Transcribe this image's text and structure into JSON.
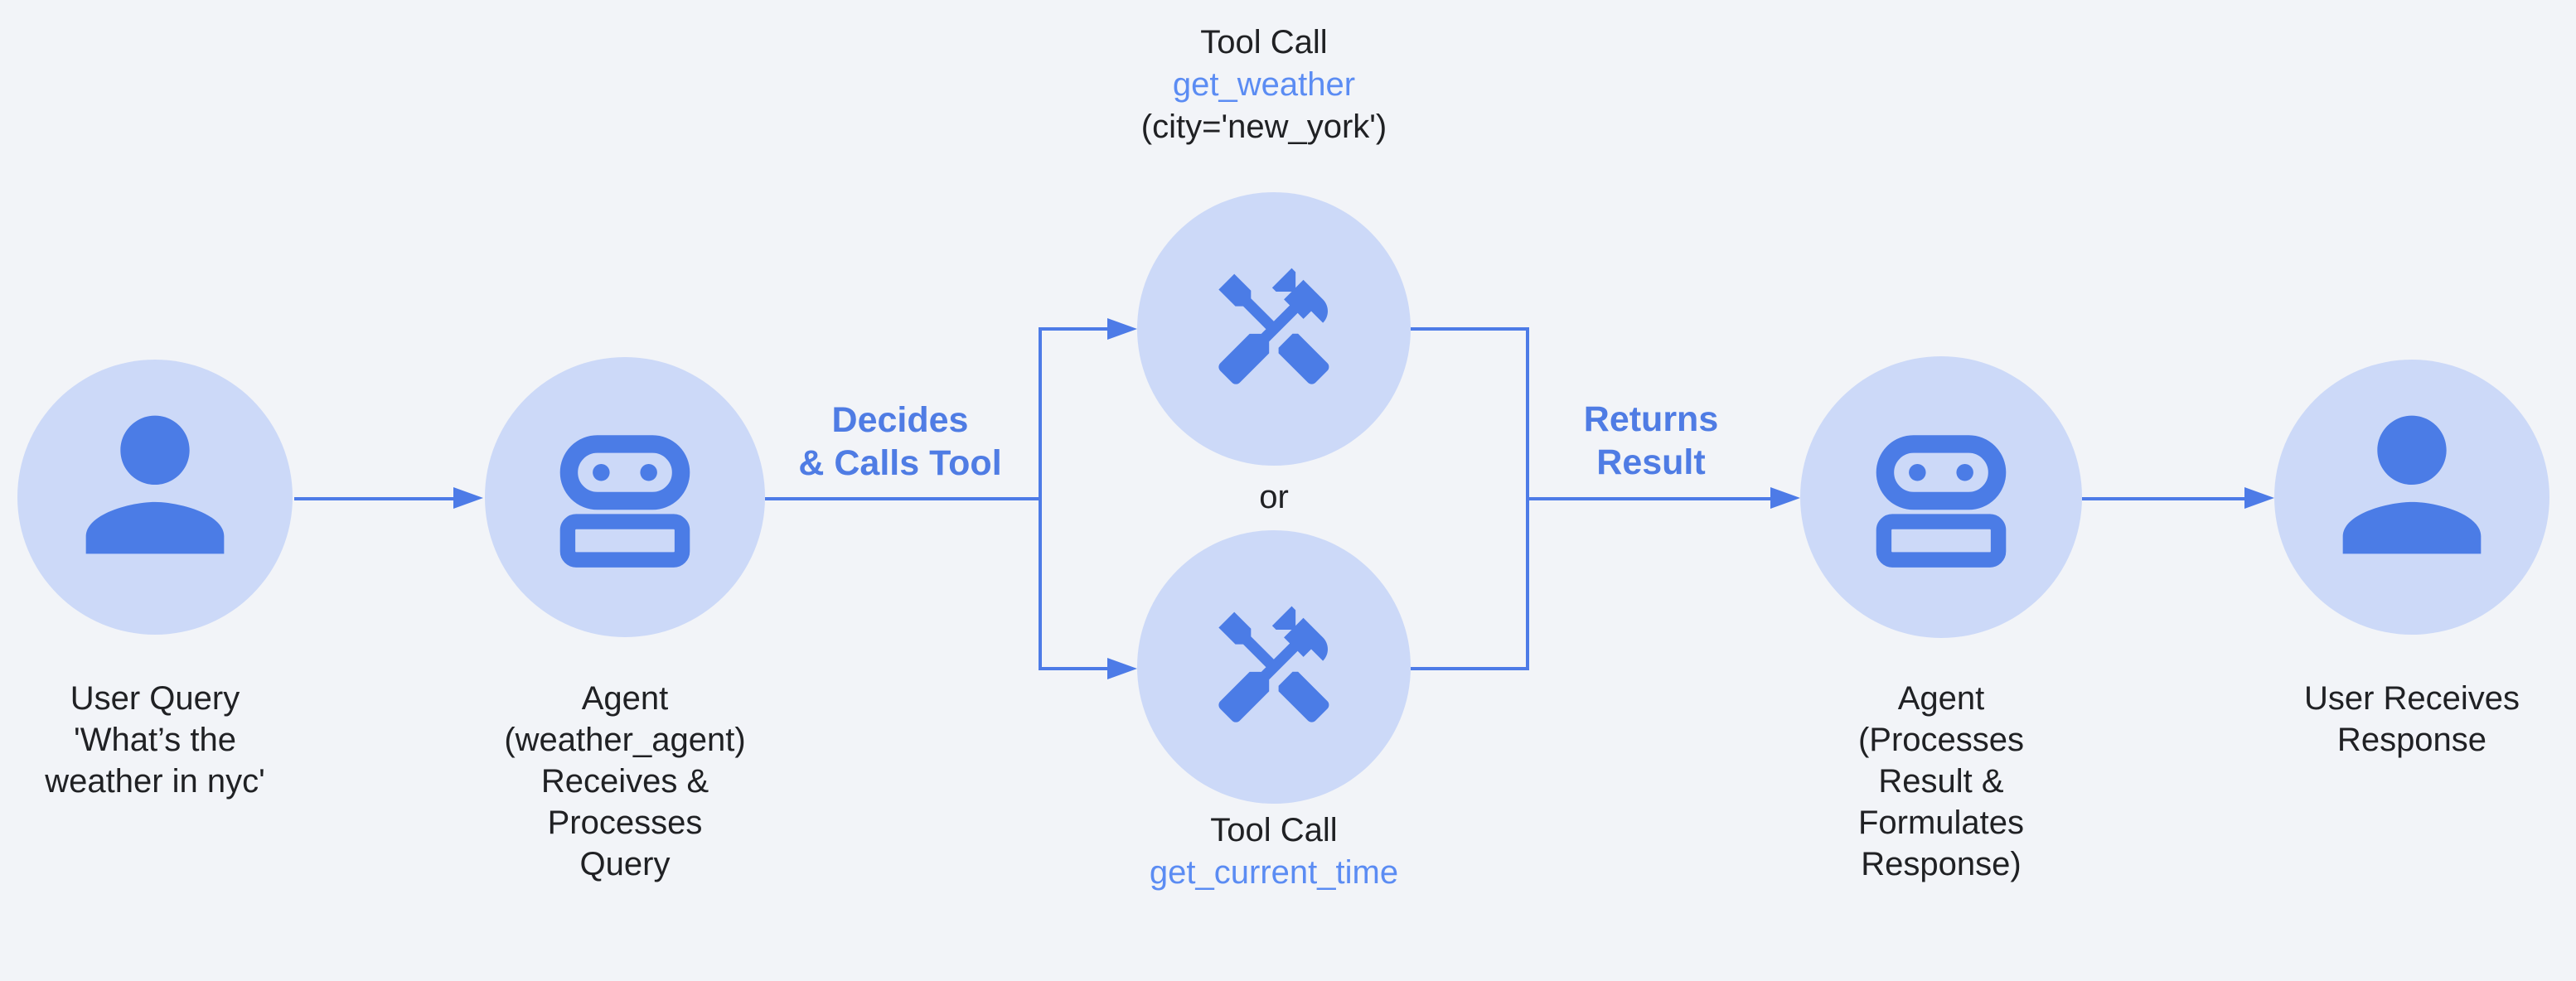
{
  "colors": {
    "background": "#f2f4f8",
    "node_fill": "#ccd9f8",
    "icon_blue": "#4b7ce6",
    "arrow_blue": "#4d7be7",
    "action_label_blue": "#4f7ce4",
    "function_name_blue": "#5b8cf3",
    "text_dark": "#202124"
  },
  "nodes": {
    "user_query": {
      "icon": "person-icon",
      "label_lines": [
        "User Query",
        "'What’s the",
        "weather in nyc'"
      ]
    },
    "agent_in": {
      "icon": "robot-icon",
      "label_lines": [
        "Agent",
        "(weather_agent)",
        "Receives &",
        "Processes",
        "Query"
      ]
    },
    "tool_weather": {
      "icon": "handyman-icon",
      "title": "Tool Call",
      "function_name": "get_weather",
      "args": "(city='new_york')"
    },
    "tool_time": {
      "icon": "handyman-icon",
      "title": "Tool Call",
      "function_name": "get_current_time"
    },
    "agent_out": {
      "icon": "robot-icon",
      "label_lines": [
        "Agent",
        "(Processes",
        "Result &",
        "Formulates",
        "Response)"
      ]
    },
    "user_response": {
      "icon": "person-icon",
      "label_lines": [
        "User Receives",
        "Response"
      ]
    }
  },
  "edges": {
    "decides_label_lines": [
      "Decides",
      "& Calls Tool"
    ],
    "returns_label_lines": [
      "Returns",
      "Result"
    ],
    "or_label": "or"
  }
}
